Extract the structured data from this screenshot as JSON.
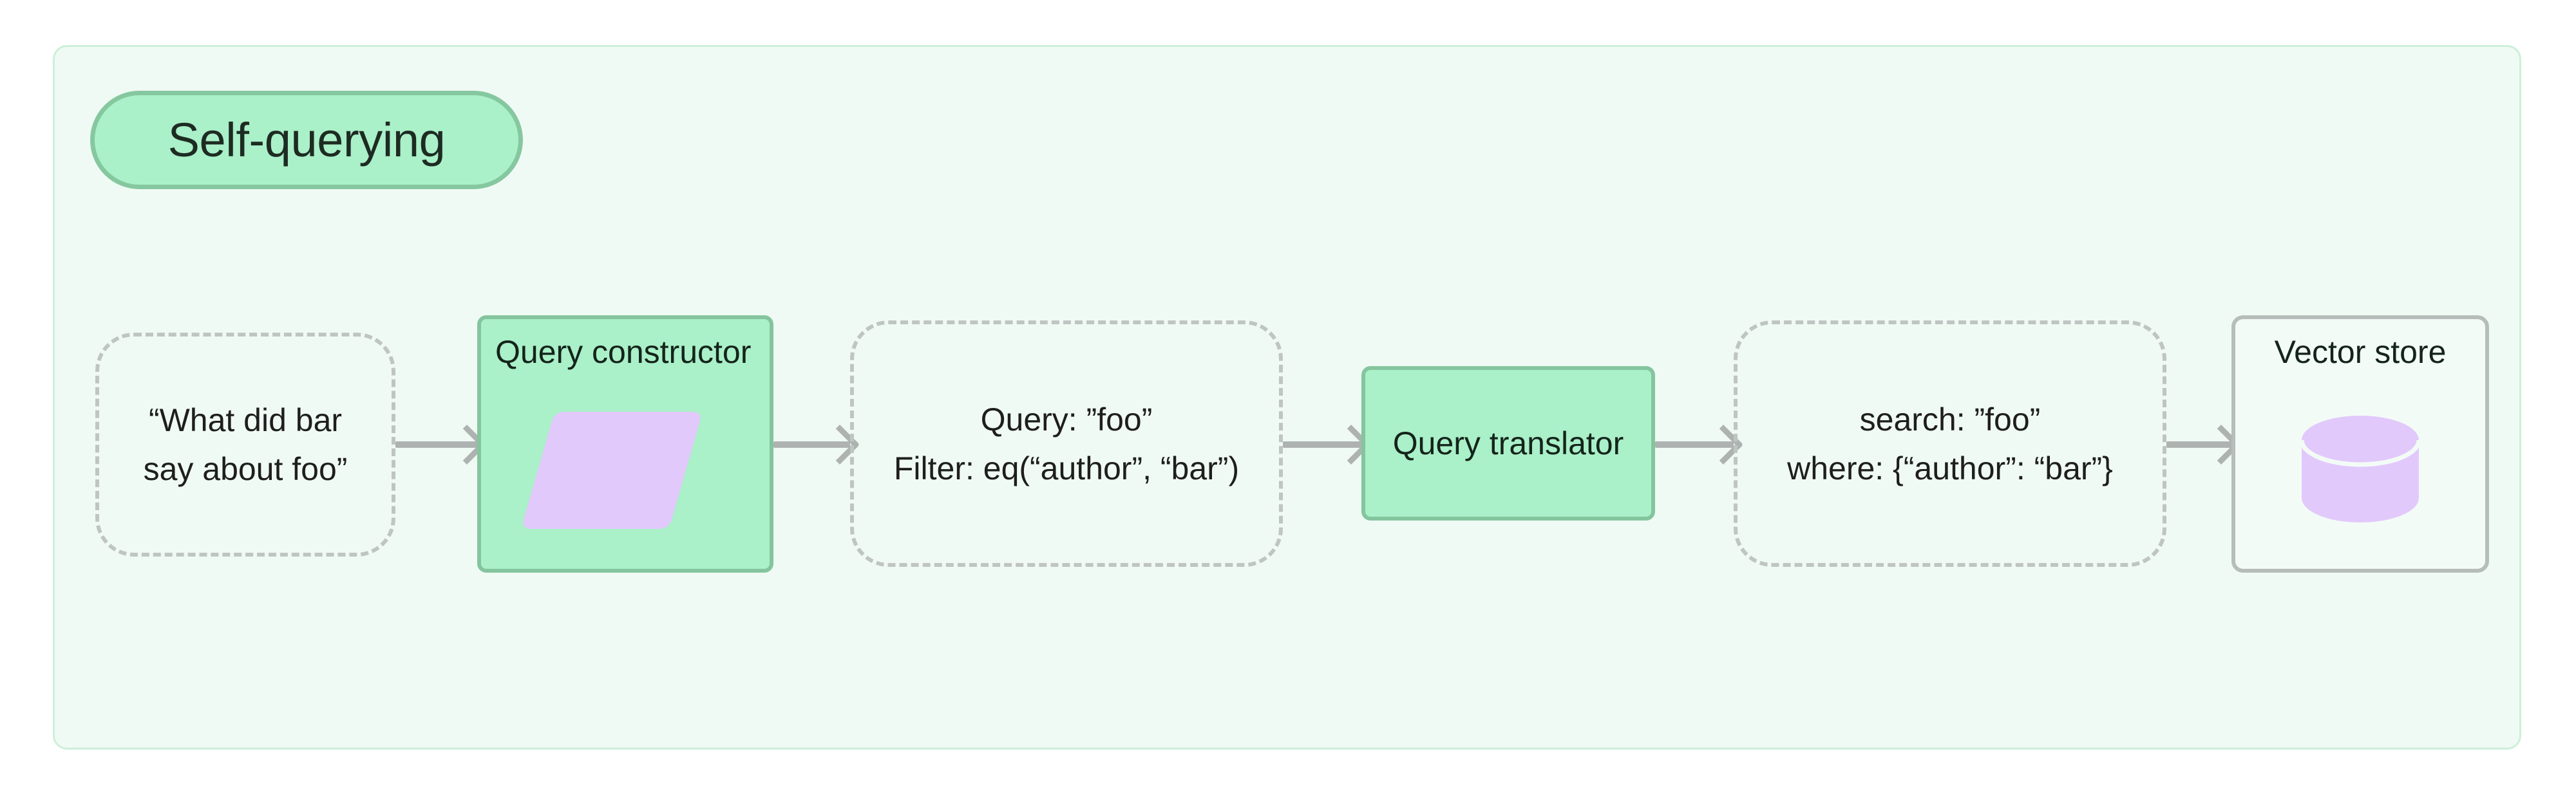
{
  "diagram": {
    "title": "Self-querying",
    "background_color": "#f0faf4",
    "accent_green": "#aaf0c8",
    "accent_green_border": "#84c59e",
    "accent_purple": "#e2c9fb",
    "neutral_border": "#b6bdba",
    "edge_color": "#aeb3b1"
  },
  "nodes": {
    "question": {
      "kind": "dashed-data",
      "line1": "“What did bar",
      "line2": "say about foo”"
    },
    "query_constructor": {
      "kind": "process",
      "label": "Query constructor",
      "icon": "parallelogram-icon"
    },
    "structured_query": {
      "kind": "dashed-data",
      "line1": "Query: ”foo”",
      "line2": "Filter: eq(“author”, “bar”)"
    },
    "query_translator": {
      "kind": "process",
      "label": "Query translator"
    },
    "native_query": {
      "kind": "dashed-data",
      "line1": "search: ”foo”",
      "line2": "where: {“author”: “bar”}"
    },
    "vector_store": {
      "kind": "store",
      "label": "Vector store",
      "icon": "database-cylinder-icon"
    }
  },
  "edges": [
    {
      "from": "question",
      "to": "query_constructor"
    },
    {
      "from": "query_constructor",
      "to": "structured_query"
    },
    {
      "from": "structured_query",
      "to": "query_translator"
    },
    {
      "from": "query_translator",
      "to": "native_query"
    },
    {
      "from": "native_query",
      "to": "vector_store"
    }
  ]
}
